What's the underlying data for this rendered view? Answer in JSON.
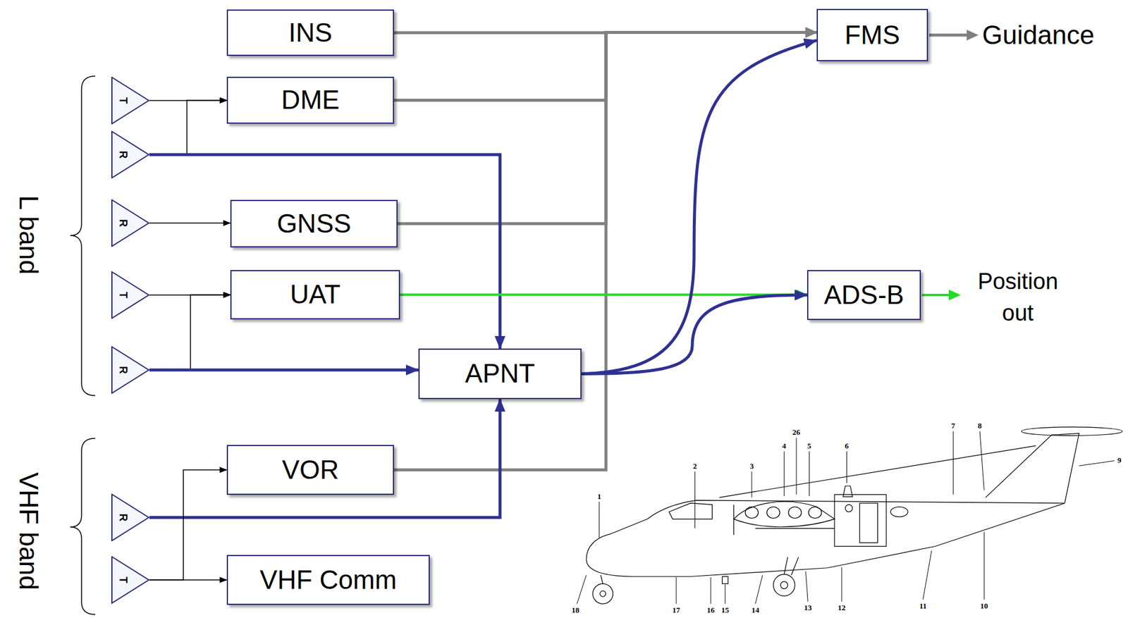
{
  "diagram": {
    "nodes": [
      {
        "text": [
          "INS"
        ]
      },
      {
        "text": [
          "FMS"
        ]
      },
      {
        "text": [
          "T"
        ]
      },
      {
        "text": [
          "DME"
        ]
      },
      {
        "text": [
          "R"
        ]
      },
      {
        "text": [
          "R"
        ]
      },
      {
        "text": [
          "GNSS"
        ]
      },
      {
        "text": [
          "T"
        ]
      },
      {
        "text": [
          "UAT"
        ]
      },
      {
        "text": [
          "ADS-B"
        ]
      },
      {
        "text": [
          "R"
        ]
      },
      {
        "text": [
          "APNT"
        ]
      },
      {
        "text": [
          "VOR"
        ]
      },
      {
        "text": [
          "R"
        ]
      },
      {
        "text": [
          "T"
        ]
      },
      {
        "text": [
          "VHF Comm"
        ]
      }
    ],
    "edges": [
      {
        "from": 0,
        "to": 1,
        "arrow": "to"
      },
      {
        "from": 3,
        "to": 1,
        "arrow": "to"
      },
      {
        "from": 6,
        "to": 1,
        "arrow": "to"
      },
      {
        "from": 12,
        "to": 1,
        "arrow": "to"
      },
      {
        "from": 2,
        "to": 3,
        "arrow": "to"
      },
      {
        "from": 4,
        "to": 3,
        "arrow": "to"
      },
      {
        "from": 4,
        "to": 11,
        "arrow": "to"
      },
      {
        "from": 5,
        "to": 6,
        "arrow": "to"
      },
      {
        "from": 7,
        "to": 8,
        "arrow": "to"
      },
      {
        "from": 10,
        "to": 8,
        "arrow": "to"
      },
      {
        "from": 10,
        "to": 11,
        "arrow": "to"
      },
      {
        "from": 13,
        "to": 11,
        "arrow": "to"
      },
      {
        "from": 14,
        "to": 12,
        "arrow": "to"
      },
      {
        "from": 14,
        "to": 15,
        "arrow": "to"
      },
      {
        "from": 8,
        "to": 9,
        "arrow": "to"
      },
      {
        "from": 11,
        "to": 1,
        "arrow": "to"
      },
      {
        "from": 11,
        "to": 9,
        "arrow": "to"
      }
    ],
    "labels": [
      "L band",
      "VHF band",
      "Guidance",
      "Position out",
      "1",
      "2",
      "3",
      "26",
      "4",
      "5",
      "6",
      "7",
      "8",
      "9",
      "18",
      "17",
      "16",
      "15",
      "14",
      "13",
      "12",
      "11",
      "10"
    ]
  }
}
